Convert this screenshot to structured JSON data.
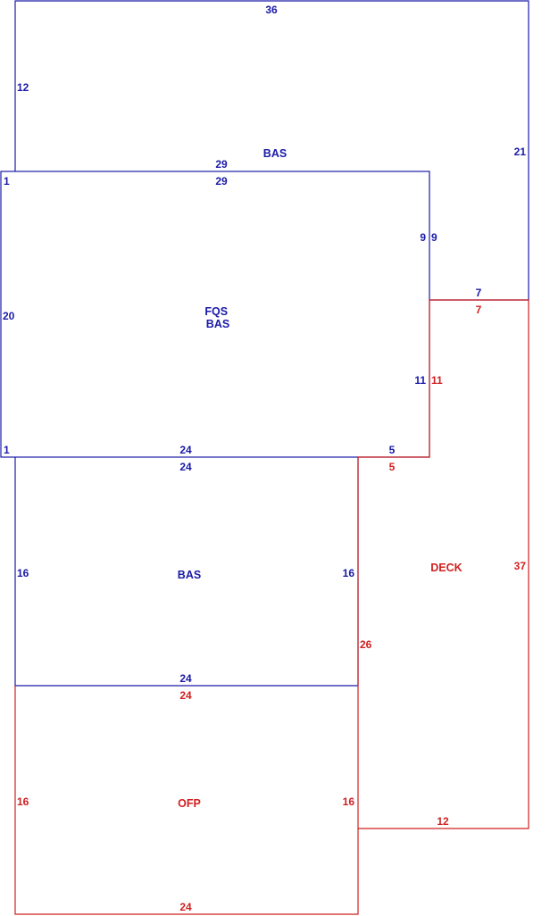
{
  "colors": {
    "blue": "#1a1aa8",
    "red": "#d02020"
  },
  "areas": [
    {
      "lines": [
        "BAS"
      ],
      "color": "blue"
    },
    {
      "lines": [
        "FQS",
        "BAS"
      ],
      "color": "blue"
    },
    {
      "lines": [
        "BAS"
      ],
      "color": "blue"
    },
    {
      "lines": [
        "DECK"
      ],
      "color": "red"
    },
    {
      "lines": [
        "OFP"
      ],
      "color": "red"
    }
  ],
  "dimensions": [
    {
      "text": "36",
      "color": "blue"
    },
    {
      "text": "12",
      "color": "blue"
    },
    {
      "text": "21",
      "color": "blue"
    },
    {
      "text": "29",
      "color": "blue"
    },
    {
      "text": "29",
      "color": "blue"
    },
    {
      "text": "1",
      "color": "blue"
    },
    {
      "text": "9",
      "color": "blue"
    },
    {
      "text": "9",
      "color": "blue"
    },
    {
      "text": "7",
      "color": "blue"
    },
    {
      "text": "7",
      "color": "red"
    },
    {
      "text": "20",
      "color": "blue"
    },
    {
      "text": "11",
      "color": "blue"
    },
    {
      "text": "11",
      "color": "red"
    },
    {
      "text": "1",
      "color": "blue"
    },
    {
      "text": "24",
      "color": "blue"
    },
    {
      "text": "5",
      "color": "blue"
    },
    {
      "text": "24",
      "color": "blue"
    },
    {
      "text": "5",
      "color": "red"
    },
    {
      "text": "16",
      "color": "blue"
    },
    {
      "text": "16",
      "color": "blue"
    },
    {
      "text": "37",
      "color": "red"
    },
    {
      "text": "26",
      "color": "red"
    },
    {
      "text": "24",
      "color": "blue"
    },
    {
      "text": "24",
      "color": "red"
    },
    {
      "text": "16",
      "color": "red"
    },
    {
      "text": "16",
      "color": "red"
    },
    {
      "text": "12",
      "color": "red"
    },
    {
      "text": "24",
      "color": "red"
    }
  ]
}
